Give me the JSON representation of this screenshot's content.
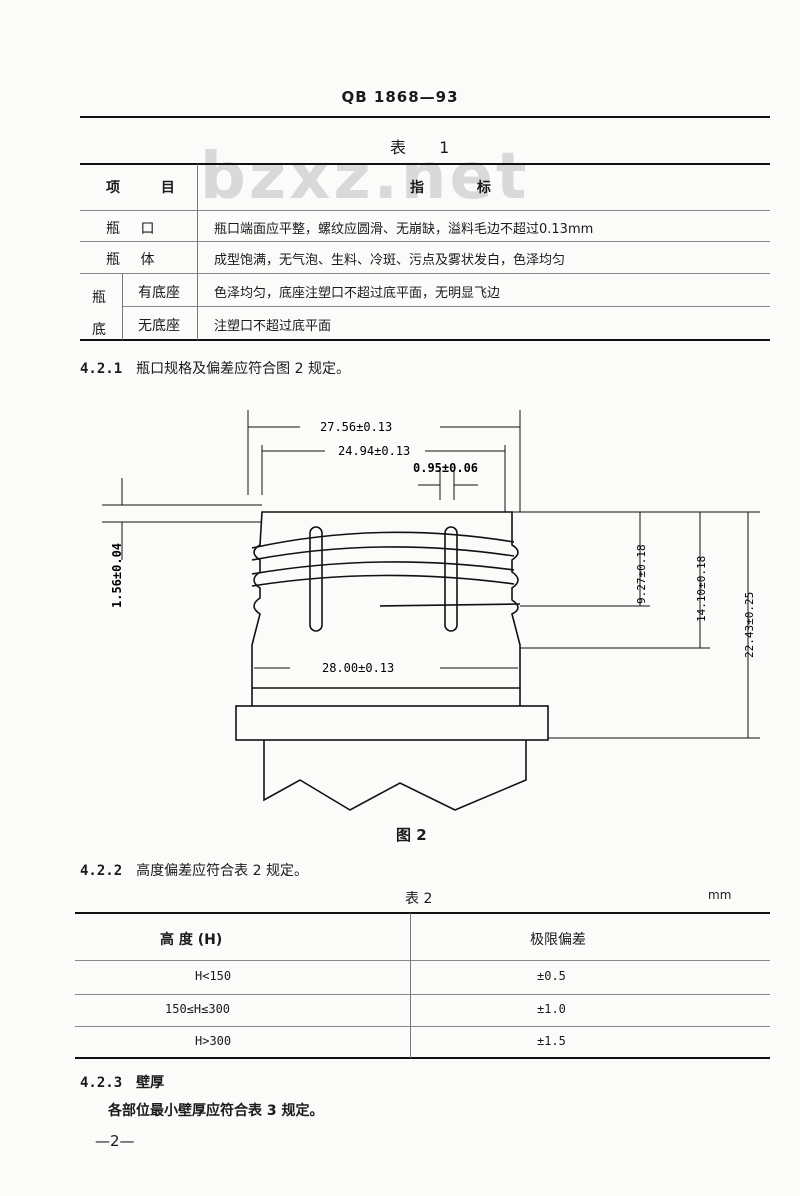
{
  "header": "QB 1868—93",
  "watermark": "bzxz.net",
  "table1": {
    "title": "表 1",
    "col_item": "项  目",
    "col_index": "指  标",
    "rows": [
      {
        "item": "瓶  口",
        "text": "瓶口端面应平整，螺纹应圆滑、无崩缺，溢料毛边不超过0.13mm"
      },
      {
        "item": "瓶  体",
        "text": "成型饱满，无气泡、生料、冷斑、污点及雾状发白，色泽均匀"
      }
    ],
    "group": "瓶底",
    "group_rows": [
      {
        "sub": "有底座",
        "text": "色泽均匀，底座注塑口不超过底平面，无明显飞边"
      },
      {
        "sub": "无底座",
        "text": "注塑口不超过底平面"
      }
    ]
  },
  "para_421": {
    "num": "4.2.1",
    "text": "瓶口规格及偏差应符合图 2 规定。"
  },
  "figure": {
    "caption": "图  2",
    "dims": {
      "d1": "27.56±0.13",
      "d2": "24.94±0.13",
      "d3": "0.95±0.06",
      "d4": "28.00±0.13",
      "h1": "1.56±0.04",
      "h2": "9.27±0.18",
      "h3": "14.10±0.18",
      "h4": "22.43±0.25"
    }
  },
  "para_422": {
    "num": "4.2.2",
    "text": "高度偏差应符合表 2 规定。"
  },
  "table2": {
    "title": "表  2",
    "unit": "mm",
    "col1": "高    度    (H)",
    "col2": "极限偏差",
    "rows": [
      {
        "h": "H<150",
        "d": "±0.5"
      },
      {
        "h": "150≤H≤300",
        "d": "±1.0"
      },
      {
        "h": "H>300",
        "d": "±1.5"
      }
    ]
  },
  "para_423": {
    "num": "4.2.3",
    "text": "壁厚"
  },
  "para_423b": "各部位最小壁厚应符合表 3 规定。",
  "page_no": "—2—"
}
